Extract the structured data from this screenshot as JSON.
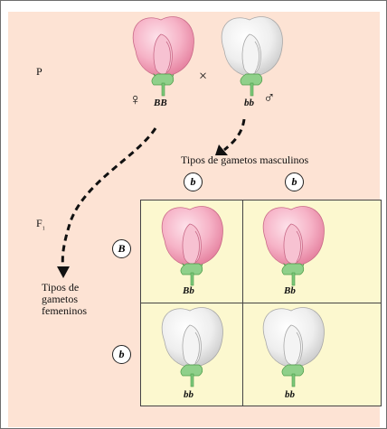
{
  "generation_labels": {
    "parental": "P",
    "f1": "F",
    "f1_sub": "1"
  },
  "cross": {
    "female_symbol": "♀",
    "male_symbol": "♂",
    "cross_symbol": "×",
    "female_genotype": "BB",
    "male_genotype": "bb"
  },
  "male_gametes": {
    "heading": "Tipos de gametos masculinos",
    "alleles": [
      "b",
      "b"
    ]
  },
  "female_gametes": {
    "heading_lines": [
      "Tipos de",
      "gametos",
      "femeninos"
    ],
    "alleles": [
      "B",
      "b"
    ]
  },
  "punnett_cells": [
    {
      "genotype": "Bb",
      "flower_color": "pink"
    },
    {
      "genotype": "Bb",
      "flower_color": "pink"
    },
    {
      "genotype": "bb",
      "flower_color": "white"
    },
    {
      "genotype": "bb",
      "flower_color": "white"
    }
  ],
  "colors": {
    "background_panel": "#fde3d4",
    "grid_fill": "#fcf8cf",
    "pink_petal": "#f4a7bf",
    "white_petal": "#e6e6e6",
    "stem_green": "#7cc77a"
  }
}
